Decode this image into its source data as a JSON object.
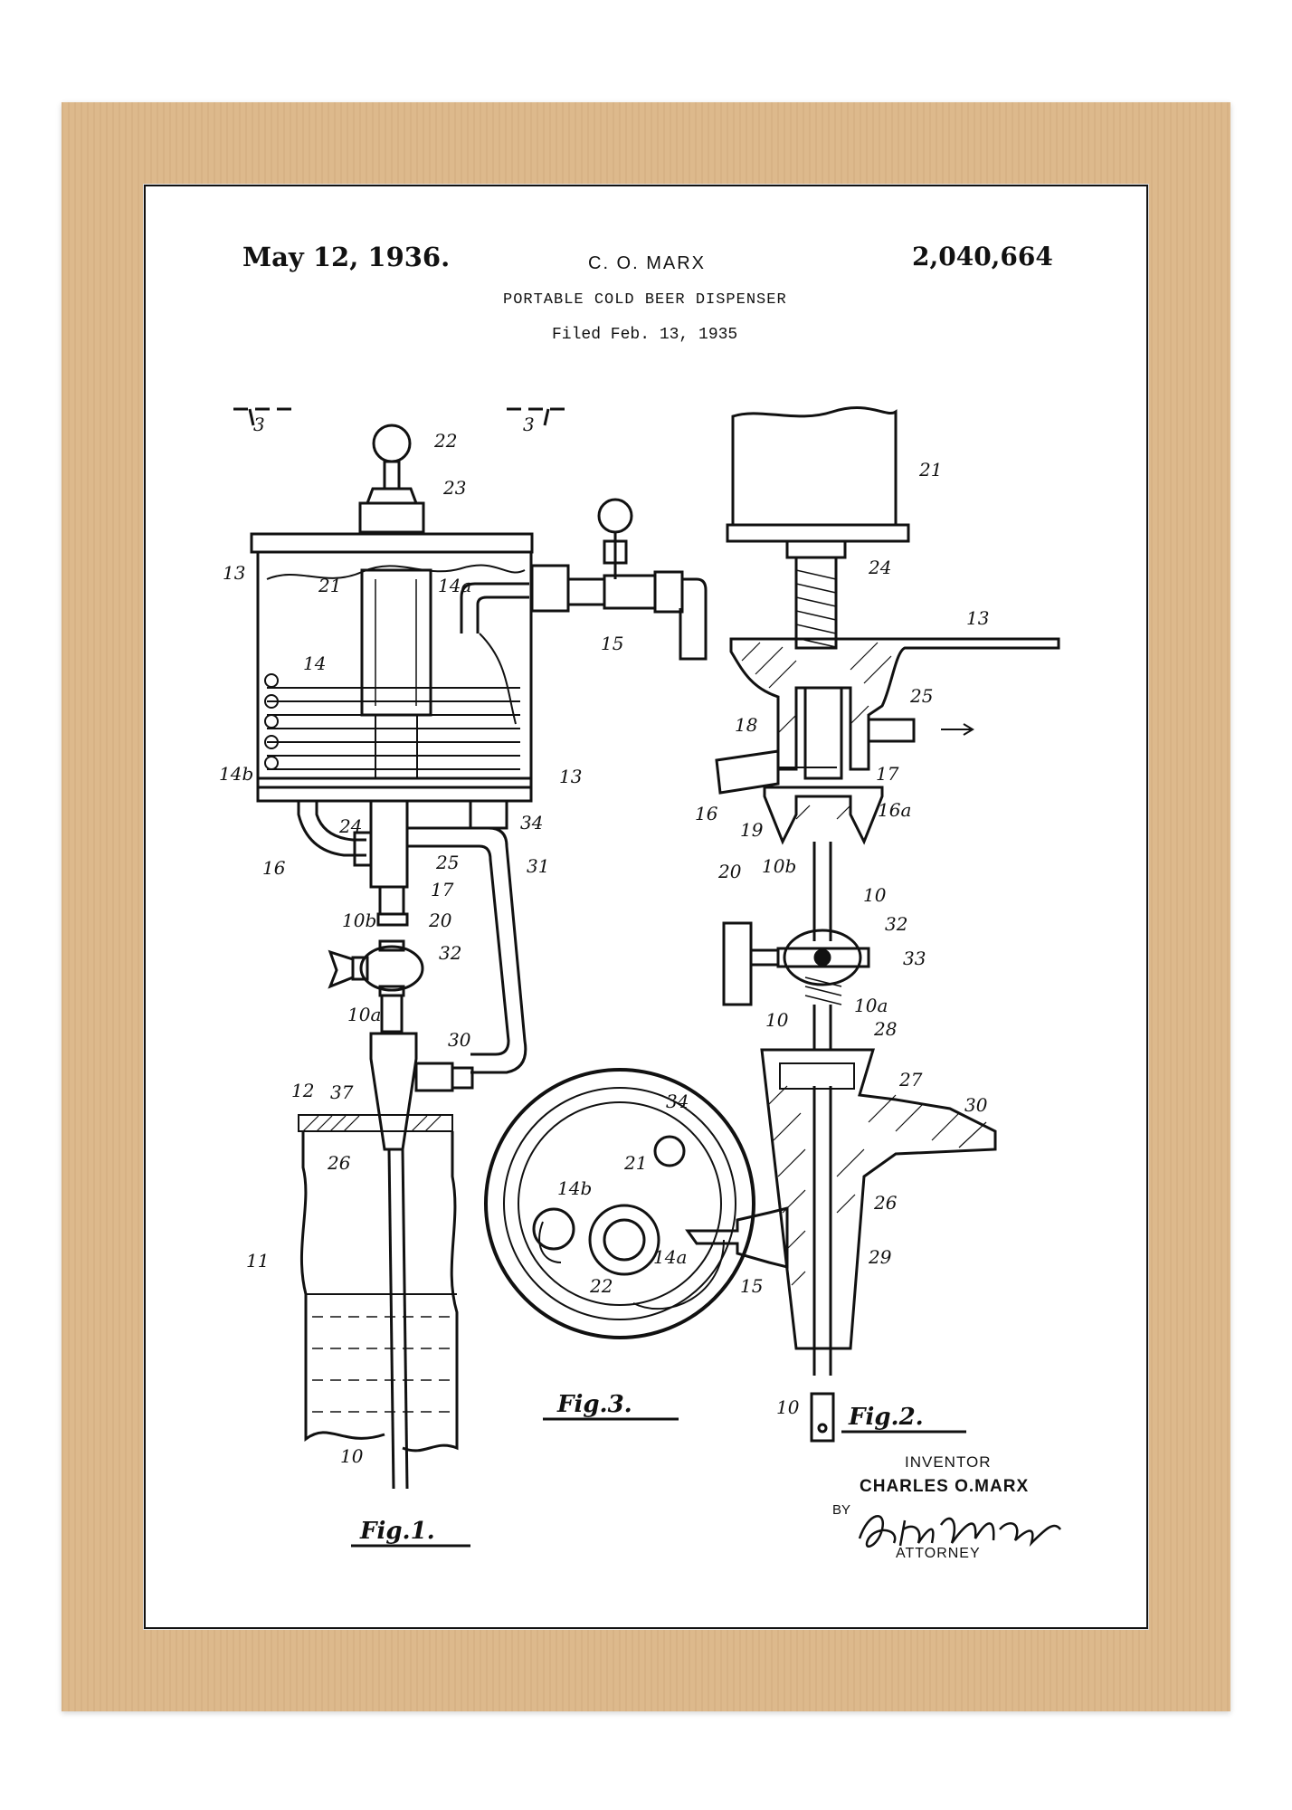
{
  "header": {
    "date": "May 12, 1936.",
    "inventor_short": "C. O. MARX",
    "patent_number": "2,040,664",
    "title": "PORTABLE COLD BEER DISPENSER",
    "filed": "Filed Feb. 13, 1935"
  },
  "figures": {
    "fig1": "Fig.1.",
    "fig2": "Fig.2.",
    "fig3": "Fig.3."
  },
  "labels": {
    "fig1": [
      "3",
      "3",
      "22",
      "23",
      "13",
      "21",
      "14a",
      "15",
      "14",
      "14b",
      "13",
      "24",
      "34",
      "16",
      "25",
      "17",
      "31",
      "10b",
      "20",
      "32",
      "10a",
      "30",
      "12",
      "37",
      "26",
      "11",
      "10"
    ],
    "fig2": [
      "21",
      "24",
      "13",
      "25",
      "18",
      "17",
      "16",
      "16a",
      "19",
      "20",
      "10b",
      "10",
      "32",
      "33",
      "10",
      "10a",
      "28",
      "27",
      "30",
      "26",
      "29",
      "10"
    ],
    "fig3": [
      "34",
      "21",
      "14b",
      "22",
      "14a",
      "15"
    ]
  },
  "signature_block": {
    "inventor_label": "INVENTOR",
    "inventor_name": "CHARLES O.MARX",
    "by": "BY",
    "attorney": "ATTORNEY"
  }
}
